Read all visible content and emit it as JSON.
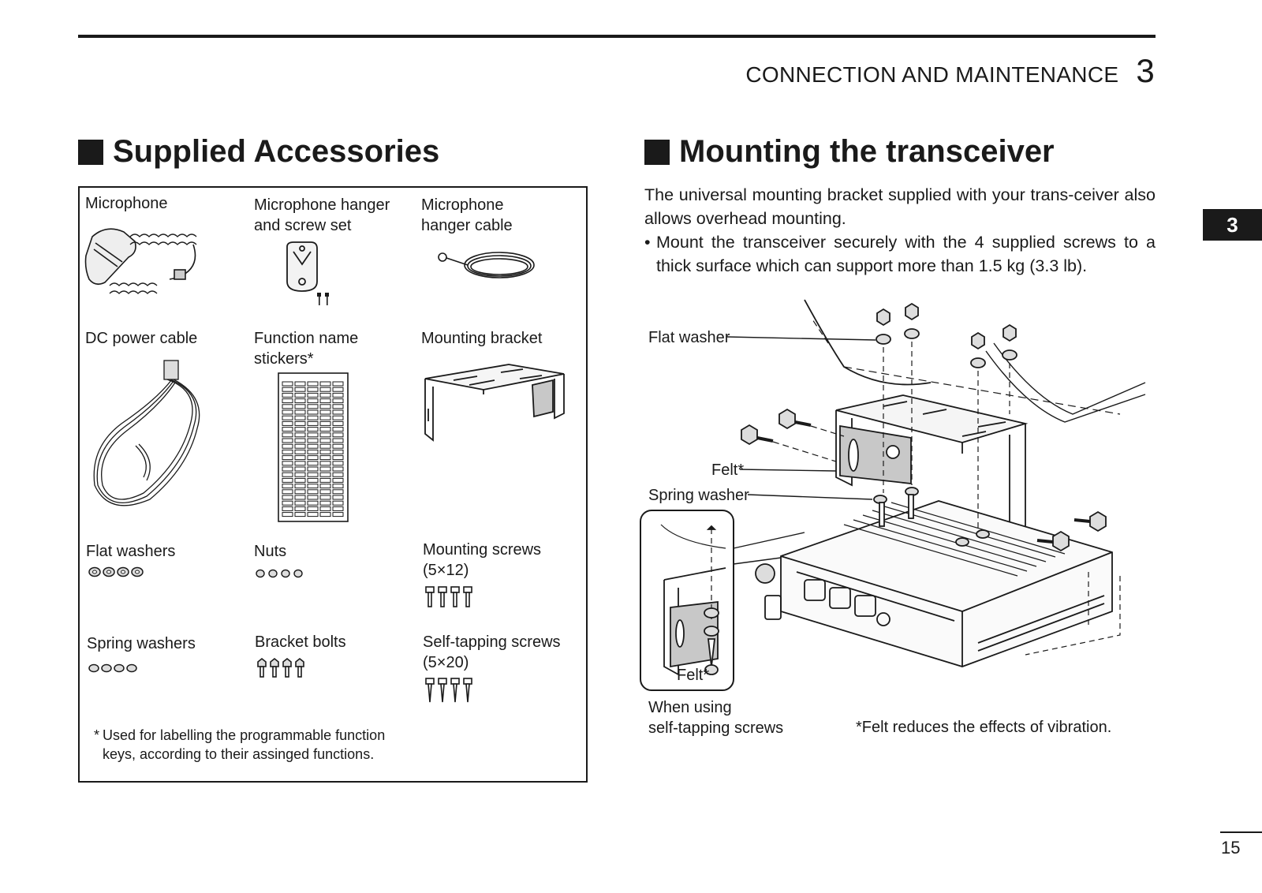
{
  "header": {
    "section_title": "CONNECTION AND MAINTENANCE",
    "chapter_number": "3"
  },
  "side_tab": "3",
  "page_number": "15",
  "accessories": {
    "heading": "Supplied Accessories",
    "items": [
      {
        "label": "Microphone"
      },
      {
        "label": "Microphone hanger\nand screw set"
      },
      {
        "label": "Microphone\nhanger cable"
      },
      {
        "label": "DC power cable"
      },
      {
        "label": "Function name\nstickers*"
      },
      {
        "label": "Mounting bracket"
      },
      {
        "label": "Flat washers"
      },
      {
        "label": "Nuts"
      },
      {
        "label": "Mounting screws\n(5×12)"
      },
      {
        "label": "Spring washers"
      },
      {
        "label": "Bracket bolts"
      },
      {
        "label": "Self-tapping screws\n(5×20)"
      }
    ],
    "footnote_mark": "*",
    "footnote": "Used for labelling the programmable function\nkeys, according to their assinged functions."
  },
  "mounting": {
    "heading": "Mounting the transceiver",
    "intro": "The universal mounting bracket supplied with your trans-ceiver also allows overhead mounting.",
    "bullet_mark": "•",
    "bullet": "Mount the transceiver securely with the 4 supplied screws to a thick surface which can support more than 1.5 kg (3.3 lb).",
    "diagram_labels": {
      "flat_washer": "Flat washer",
      "felt": "Felt*",
      "spring_washer": "Spring washer",
      "inset_felt": "Felt*",
      "inset_caption": "When using\nself-tapping screws",
      "felt_note": "*Felt reduces the effects of vibration."
    }
  }
}
